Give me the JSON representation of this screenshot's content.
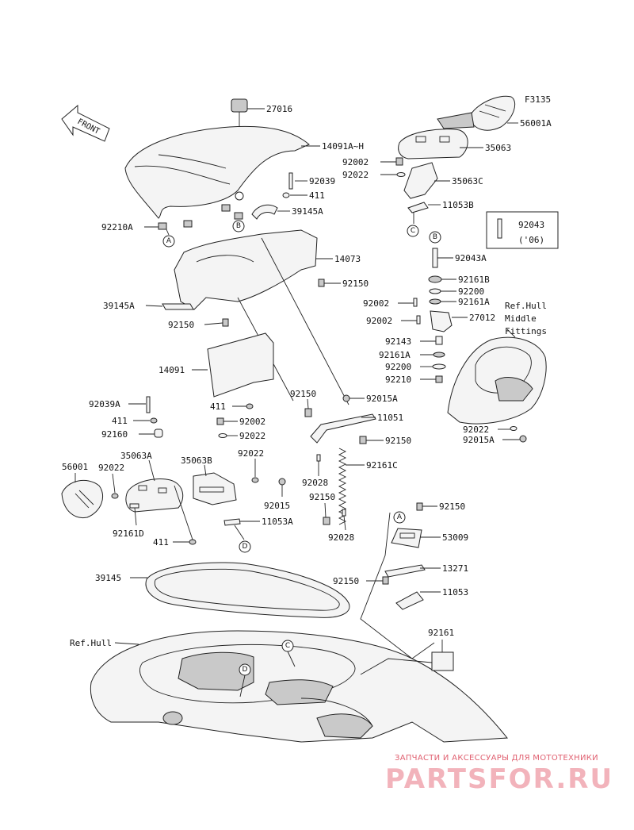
{
  "figure_code": "F3135",
  "front_label": "FRONT",
  "labels": {
    "l27016": "27016",
    "l14091AH": "14091A~H",
    "l92039": "92039",
    "l411a": "411",
    "l39145A_1": "39145A",
    "l92210A": "92210A",
    "l14073": "14073",
    "l92150a": "92150",
    "l39145A_2": "39145A",
    "l92150b": "92150",
    "l14091": "14091",
    "l411b": "411",
    "l92039A": "92039A",
    "l411c": "411",
    "l92160": "92160",
    "l92002a": "92002",
    "l92022a": "92022",
    "l92022b": "92022",
    "l56001": "56001",
    "l92022c": "92022",
    "l35063A": "35063A",
    "l35063B": "35063B",
    "l92015": "92015",
    "l11053A": "11053A",
    "l92161D": "92161D",
    "l411d": "411",
    "l92150c": "92150",
    "l92015A_1": "92015A",
    "l11051": "11051",
    "l92150d": "92150",
    "l92161C": "92161C",
    "l92028a": "92028",
    "l92150e": "92150",
    "l92028b": "92028",
    "l92150f": "92150",
    "l53009": "53009",
    "l13271": "13271",
    "l92150g": "92150",
    "l11053": "11053",
    "l39145": "39145",
    "lRefHull": "Ref.Hull",
    "l92161": "92161",
    "l56001A": "56001A",
    "l35063": "35063",
    "l92002b": "92002",
    "l35063C": "35063C",
    "l92022d": "92022",
    "l11053B": "11053B",
    "l92043": "92043",
    "l06": "('06)",
    "l92043A": "92043A",
    "l92161B": "92161B",
    "l92200a": "92200",
    "l92002c": "92002",
    "l92161Aa": "92161A",
    "lRefHullMid1": "Ref.Hull",
    "lRefHullMid2": "Middle",
    "lRefHullMid3": "Fittings",
    "l92002d": "92002",
    "l27012": "27012",
    "l92143": "92143",
    "l92161Ab": "92161A",
    "l92200b": "92200",
    "l92210": "92210",
    "l92022e": "92022",
    "l92015A_2": "92015A"
  },
  "callouts": {
    "A": "A",
    "B": "B",
    "C": "C",
    "D": "D"
  },
  "watermark": {
    "text": "ЗАПЧАСТИ И АКСЕССУАРЫ ДЛЯ МОТОТЕХНИКИ",
    "brand": "PARTSFOR.RU"
  }
}
